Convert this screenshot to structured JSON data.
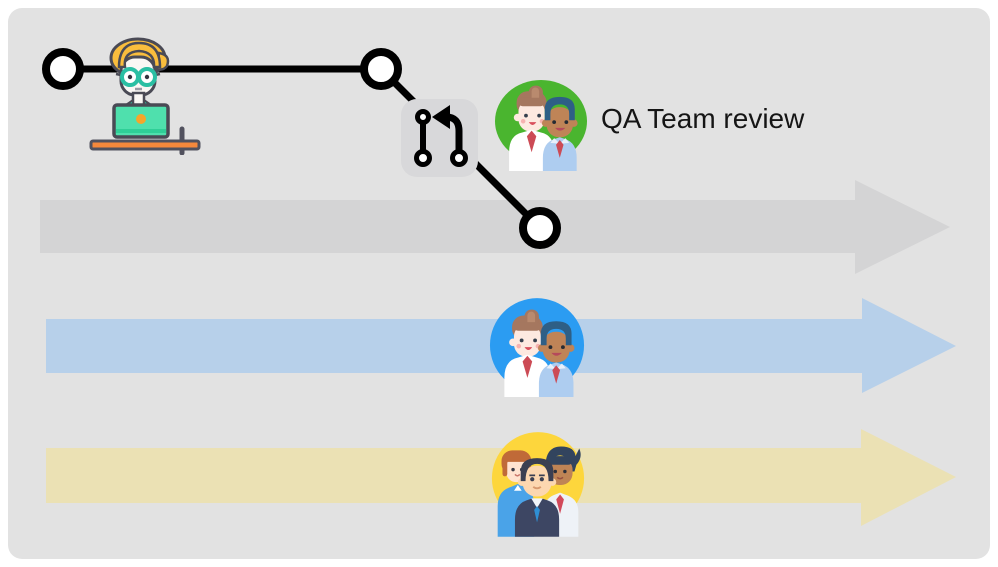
{
  "annotation": {
    "qa_label": "QA Team review"
  },
  "palette": {
    "page_bg": "#ffffff",
    "panel_bg": "#e2e2e2",
    "line": "#000000",
    "node_fill": "#ffffff",
    "git_box": "#d8d8da",
    "arrow_gray": "#d4d4d5",
    "arrow_blue": "#b7d0ea",
    "arrow_yellow": "#ebe1b4",
    "avatar_green": "#4ab52f",
    "avatar_blue": "#2b9cf2",
    "avatar_yellow": "#fdd63c",
    "label_text": "#151515"
  },
  "icons": {
    "developer": "developer-at-laptop-icon",
    "git_branch": "git-pull-request-icon",
    "qa_avatar": "qa-team-two-person-avatar",
    "pair_avatar": "two-person-team-avatar",
    "group_avatar": "three-person-team-avatar",
    "arrows": "right-arrow-shapes"
  }
}
